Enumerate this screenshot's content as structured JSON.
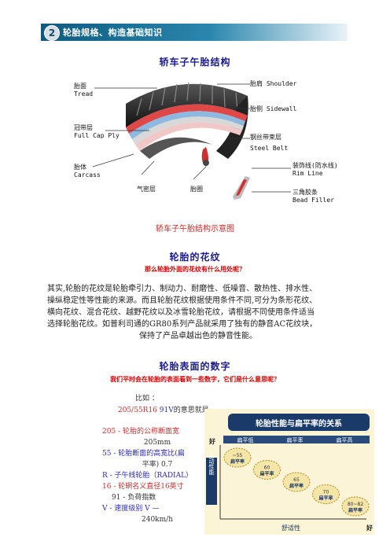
{
  "header": {
    "number": "2",
    "title": "轮胎规格、构造基础知识"
  },
  "section1": {
    "title": "轿车子午胎结构"
  },
  "diagram": {
    "labels": {
      "tread_zh": "胎面",
      "tread_en": "Tread",
      "shoulder": "胎肩 Shoulder",
      "sidewall": "胎侧  Sidewall",
      "cap_zh": "冠带层",
      "cap_en": "Full Cap Ply",
      "belt_zh": "钢丝带束层",
      "belt_en": "Steel Belt",
      "carcass_zh": "胎体",
      "carcass_en": "Carcass",
      "rim_zh": "装饰线(防水线)",
      "rim_en": "Rim Line",
      "liner": "气密层",
      "bead": "胎圈",
      "filler_zh": "三角胶条",
      "filler_en": "Bead Filler"
    }
  },
  "caption": "轿车子午胎结构示意图",
  "section2": {
    "title": "轮胎的花纹",
    "question": "那么轮胎外面的花纹有什么用处呢？",
    "paragraph_lines": [
      "其实,轮胎的花纹是轮胎牵引力、制动力、耐磨性、低噪音、散热性、排水性、",
      "操纵稳定性等性能的来源。而且轮胎花纹根据使用条件不同,可分为条形花纹、",
      "横向花纹、混合花纹、越野花纹以及冰雪轮胎花纹，请根据不同使用条件适当",
      "选择轮胎花纹。如普利司通的GR80系列产品就采用了独有的静音AC花纹块，",
      "保持了产品卓越出色的静音性能。"
    ]
  },
  "section3": {
    "title": "轮胎表面的数字",
    "question": "我们平时会在轮胎的表面看到一些数字，它们是什么意思呢？",
    "example": {
      "intro": "比如 ：",
      "code_red": "205/55R16",
      "code_blue": " 91V",
      "code_tail": "的意思就是:",
      "lines": [
        "205 - 轮胎的公称断面宽",
        "205mm",
        "55  - 轮胎断面的高宽比(扁",
        "平率) 0.7",
        "R   - 子午线轮胎（RADIAL）",
        "16  - 轮辋名义直径16英寸",
        "91  - 负荷指数",
        "V   - 速度级别 V —",
        "240km/h"
      ]
    }
  },
  "chart": {
    "title": "轮胎性能与扁平率的关系",
    "band_labels": [
      "扁平低",
      "扁平率",
      "扁平高"
    ],
    "y_label": "运动性能",
    "x_label": "舒适性",
    "top_left": "好",
    "bottom_right": "好",
    "points": [
      {
        "value": "55",
        "label": "扁平率",
        "prefix": "~"
      },
      {
        "value": "60",
        "label": "扁平率"
      },
      {
        "value": "65",
        "label": "扁平率"
      },
      {
        "value": "70",
        "label": "扁平率"
      },
      {
        "value": "80~82",
        "label": "扁平率"
      }
    ],
    "colors": {
      "banner": "#1a3a6a",
      "bubble": "#f5e6a8",
      "bubble_stroke": "#b08a20",
      "bg": "#fbf4d6"
    }
  }
}
